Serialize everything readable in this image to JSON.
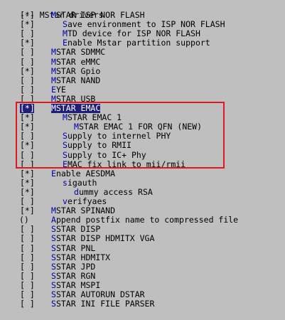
{
  "header": "--- MStar drivers",
  "items": [
    {
      "mark": "[*]",
      "indent": 1,
      "label": "MSTAR ISP NOR FLASH"
    },
    {
      "mark": "[*]",
      "indent": 2,
      "label": "Save environment to ISP NOR FLASH"
    },
    {
      "mark": "[ ]",
      "indent": 2,
      "label": "MTD device for ISP NOR FLASH"
    },
    {
      "mark": "[*]",
      "indent": 2,
      "label": "Enable Mstar partition support"
    },
    {
      "mark": "[ ]",
      "indent": 1,
      "label": "MSTAR SDMMC"
    },
    {
      "mark": "[ ]",
      "indent": 1,
      "label": "MSTAR eMMC"
    },
    {
      "mark": "[*]",
      "indent": 1,
      "label": "MSTAR Gpio"
    },
    {
      "mark": "[ ]",
      "indent": 1,
      "label": "MSTAR NAND"
    },
    {
      "mark": "[ ]",
      "indent": 1,
      "label": "EYE"
    },
    {
      "mark": "[ ]",
      "indent": 1,
      "label": "MSTAR USB"
    },
    {
      "mark": "[*]",
      "indent": 1,
      "label": "MSTAR EMAC",
      "selected": true
    },
    {
      "mark": "[*]",
      "indent": 2,
      "label": "MSTAR EMAC 1"
    },
    {
      "mark": "[*]",
      "indent": 3,
      "label": "MSTAR EMAC 1 FOR QFN (NEW)"
    },
    {
      "mark": "[ ]",
      "indent": 2,
      "label": "Supply to internel PHY"
    },
    {
      "mark": "[*]",
      "indent": 2,
      "label": "Supply to RMII"
    },
    {
      "mark": "[ ]",
      "indent": 2,
      "label": "Supply to IC+ Phy"
    },
    {
      "mark": "[ ]",
      "indent": 2,
      "label": "EMAC fix link to mii/rmii"
    },
    {
      "mark": "[*]",
      "indent": 1,
      "label": "Enable AESDMA"
    },
    {
      "mark": "[*]",
      "indent": 2,
      "label": "sigauth"
    },
    {
      "mark": "[*]",
      "indent": 3,
      "label": "dummy access RSA"
    },
    {
      "mark": "[ ]",
      "indent": 2,
      "label": "verifyaes"
    },
    {
      "mark": "[*]",
      "indent": 1,
      "label": "MSTAR SPINAND"
    },
    {
      "mark": "()",
      "indent": 1,
      "label": "Append postfix name to compressed file"
    },
    {
      "mark": "[ ]",
      "indent": 1,
      "label": "SSTAR DISP"
    },
    {
      "mark": "[ ]",
      "indent": 1,
      "label": "SSTAR DISP HDMITX VGA"
    },
    {
      "mark": "[ ]",
      "indent": 1,
      "label": "SSTAR PNL"
    },
    {
      "mark": "[ ]",
      "indent": 1,
      "label": "SSTAR HDMITX"
    },
    {
      "mark": "[ ]",
      "indent": 1,
      "label": "SSTAR JPD"
    },
    {
      "mark": "[ ]",
      "indent": 1,
      "label": "SSTAR RGN"
    },
    {
      "mark": "[ ]",
      "indent": 1,
      "label": "SSTAR MSPI"
    },
    {
      "mark": "[ ]",
      "indent": 1,
      "label": "SSTAR AUTORUN DSTAR"
    },
    {
      "mark": "[ ]",
      "indent": 1,
      "label": "SSTAR INI FILE PARSER"
    }
  ],
  "colors": {
    "background": "#bfbfbf",
    "selection": "#1f1f7a",
    "hotkey": "#0000aa",
    "annotation_box": "#e0171d"
  }
}
